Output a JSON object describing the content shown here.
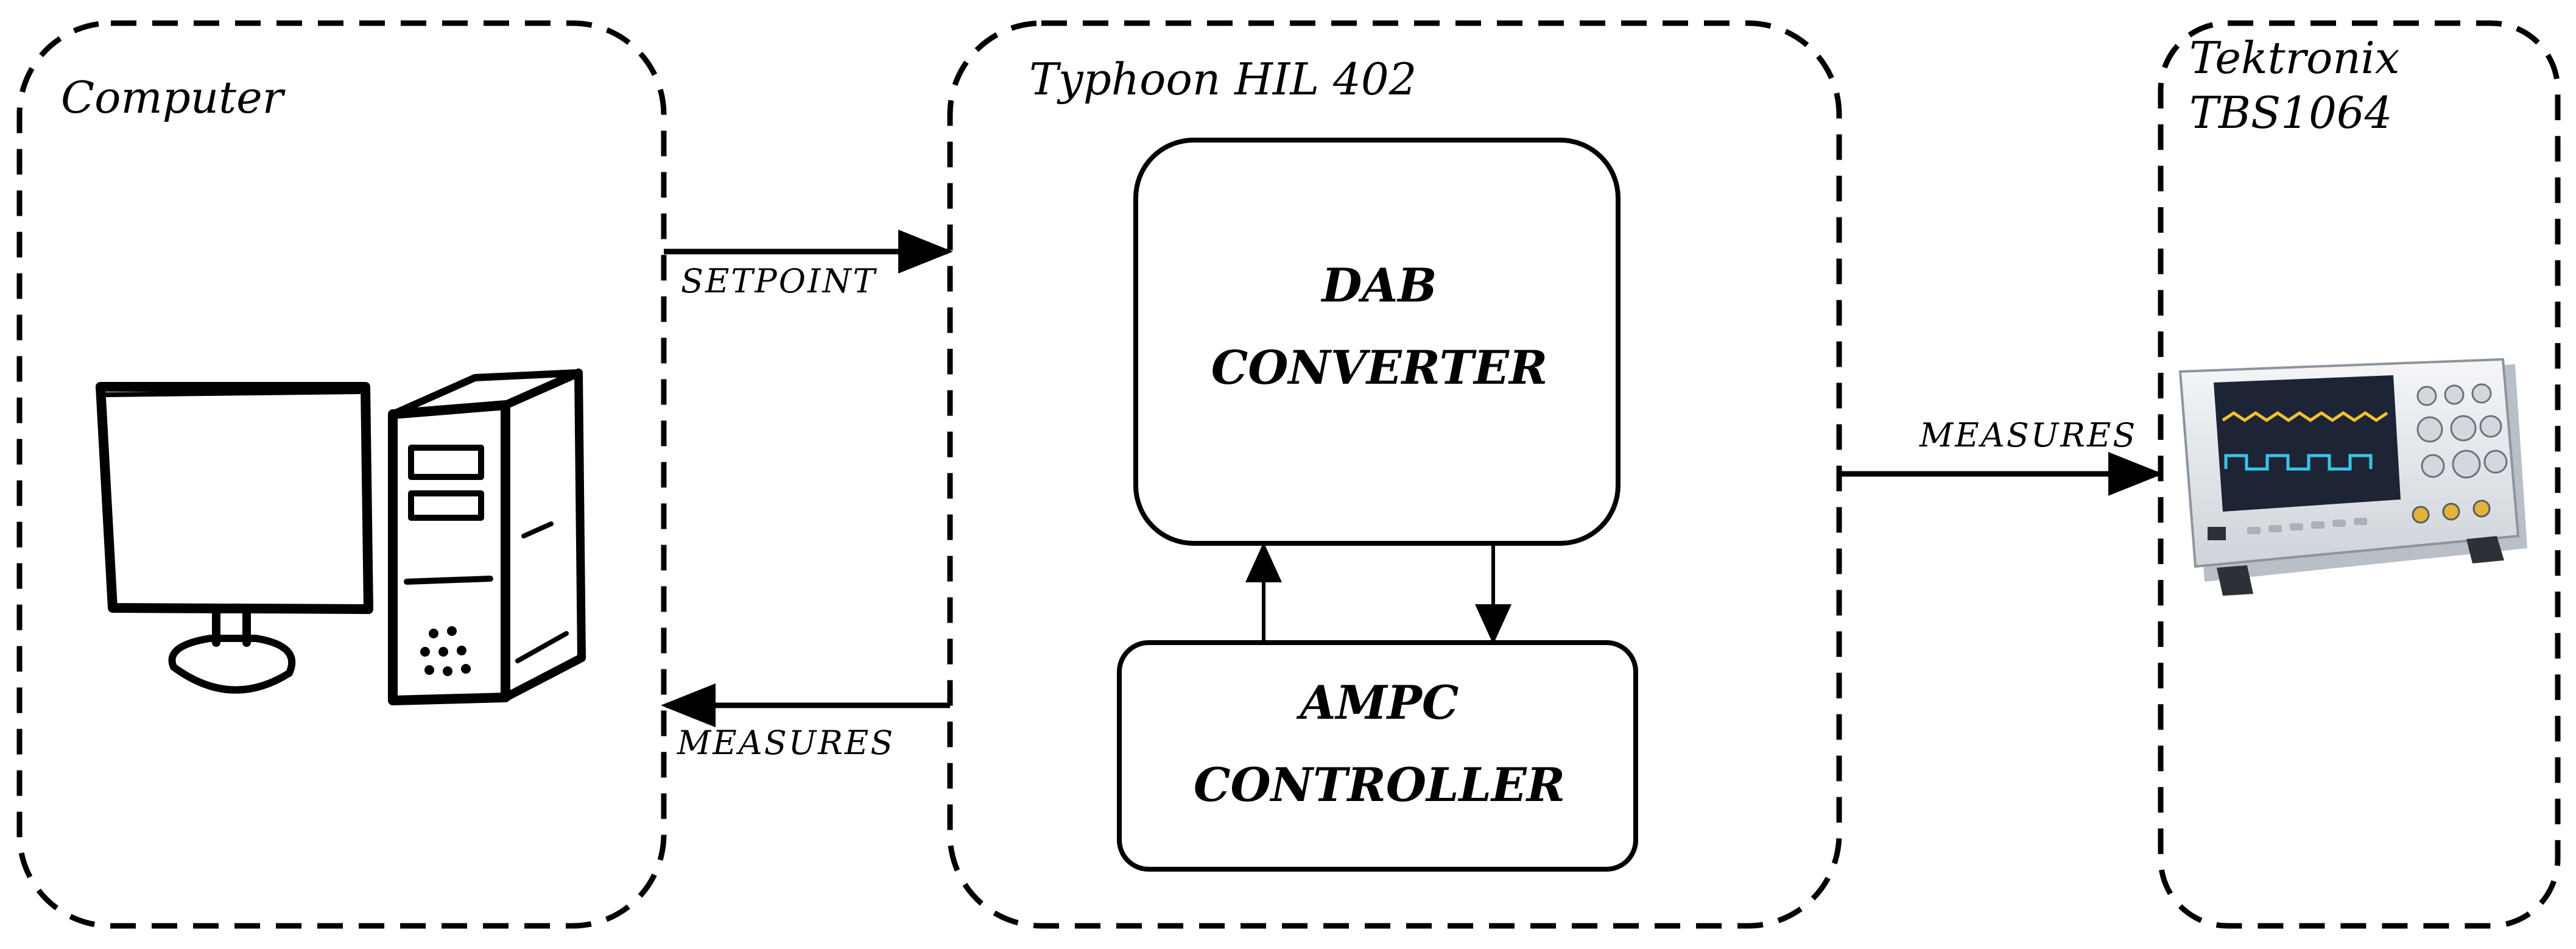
{
  "groups": {
    "computer": {
      "label": "Computer"
    },
    "typhoon": {
      "label": "Typhoon HIL 402"
    },
    "tektronix": {
      "label_line1": "Tektronix",
      "label_line2": "TBS1064"
    }
  },
  "blocks": {
    "dab": {
      "line1": "DAB",
      "line2": "CONVERTER"
    },
    "ampc": {
      "line1": "AMPC",
      "line2": "CONTROLLER"
    }
  },
  "arrows": {
    "setpoint": "SETPOINT",
    "measures_to_computer": "MEASURES",
    "measures_to_scope": "MEASURES"
  },
  "icons": {
    "computer": "desktop-computer-icon",
    "oscilloscope": "oscilloscope-icon"
  },
  "colors": {
    "line": "#000000",
    "background": "#ffffff",
    "scope_body": "#e9ecef",
    "scope_screen": "#1c2436",
    "scope_trace": "#f2c230"
  }
}
